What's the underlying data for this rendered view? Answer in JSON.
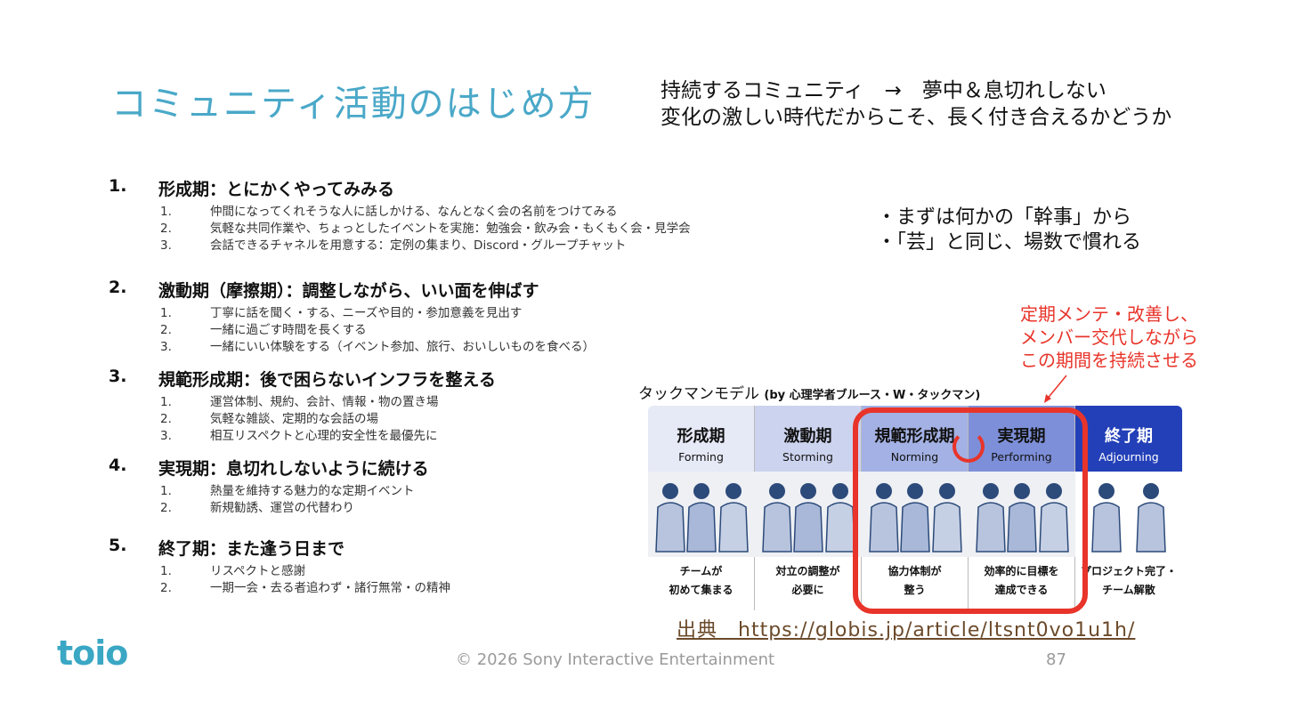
{
  "title": "コミュニティ活動のはじめ方",
  "header_lines": [
    "持続するコミュニティ　→　夢中＆息切れしない",
    "変化の激しい時代だからこそ、長く付き合えるかどうか"
  ],
  "sections": [
    {
      "num": "1.",
      "heading": "形成期：とにかくやってみみる",
      "items": [
        "仲間になってくれそうな人に話しかける、なんとなく会の名前をつけてみる",
        "気軽な共同作業や、ちょっとしたイベントを実施：勉強会・飲み会・もくもく会・見学会",
        "会話できるチャネルを用意する：定例の集まり、Discord・グループチャット"
      ]
    },
    {
      "num": "2.",
      "heading": "激動期（摩擦期）：調整しながら、いい面を伸ばす",
      "items": [
        "丁寧に話を聞く・する、ニーズや目的・参加意義を見出す",
        "一緒に過ごす時間を長くする",
        "一緒にいい体験をする（イベント参加、旅行、おいしいものを食べる）"
      ]
    },
    {
      "num": "3.",
      "heading": "規範形成期：後で困らないインフラを整える",
      "items": [
        "運営体制、規約、会計、情報・物の置き場",
        "気軽な雑談、定期的な会話の場",
        "相互リスペクトと心理的安全性を最優先に"
      ]
    },
    {
      "num": "4.",
      "heading": "実現期：息切れしないように続ける",
      "items": [
        "熱量を維持する魅力的な定期イベント",
        "新規勧誘、運営の代替わり"
      ]
    },
    {
      "num": "5.",
      "heading": "終了期：また逢う日まで",
      "items": [
        "リスペクトと感謝",
        "一期一会・去る者追わず・諸行無常・の精神"
      ]
    }
  ],
  "bullets": [
    "・まずは何かの「幹事」から",
    "・「芸」と同じ、場数で慣れる"
  ],
  "callout": [
    "定期メンテ・改善し、",
    "メンバー交代しながら",
    "この期間を持続させる"
  ],
  "diagram": {
    "title": "タックマンモデル",
    "subtitle": "(by 心理学者ブルース・W・タックマン)",
    "stages": [
      {
        "jp": "形成期",
        "en": "Forming",
        "cap1": "チームが",
        "cap2": "初めて集まる",
        "bg": "#e6e9f6",
        "fg": "#111"
      },
      {
        "jp": "激動期",
        "en": "Storming",
        "cap1": "対立の調整が",
        "cap2": "必要に",
        "bg": "#ccd3ee",
        "fg": "#111"
      },
      {
        "jp": "規範形成期",
        "en": "Norming",
        "cap1": "協力体制が",
        "cap2": "整う",
        "bg": "#a3b1e4",
        "fg": "#111"
      },
      {
        "jp": "実現期",
        "en": "Performing",
        "cap1": "効率的に目標を",
        "cap2": "達成できる",
        "bg": "#7d8fd8",
        "fg": "#111"
      },
      {
        "jp": "終了期",
        "en": "Adjourning",
        "cap1": "プロジェクト完了・",
        "cap2": "チーム解散",
        "bg": "#2340b8",
        "fg": "#fff"
      }
    ]
  },
  "citation": "出典　https://globis.jp/article/ltsnt0vo1u1h/",
  "logo": "toio",
  "copyright": "© 2026 Sony Interactive Entertainment",
  "page_number": "87"
}
